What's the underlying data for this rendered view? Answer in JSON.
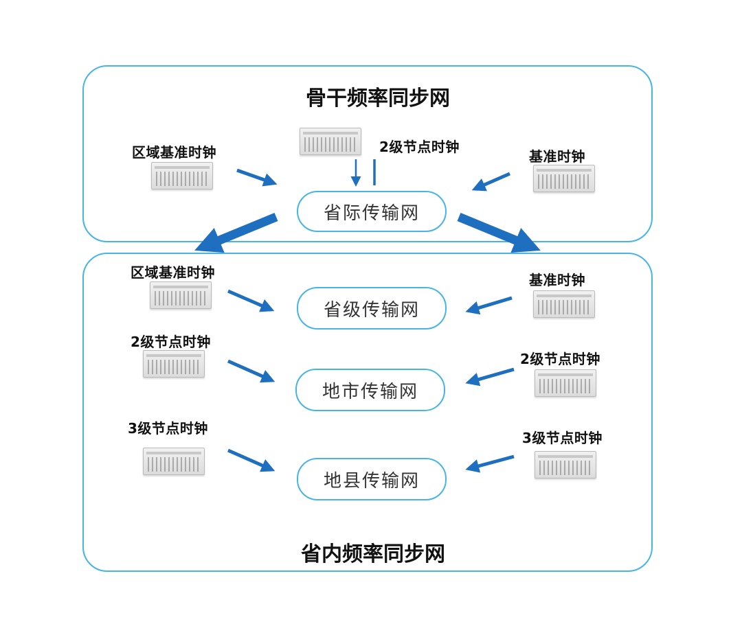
{
  "backbone": {
    "title": "骨干频率同步网",
    "hub": "省际传输网",
    "left_clock": "区域基准时钟",
    "top_clock": "2级节点时钟",
    "right_clock": "基准时钟"
  },
  "provincial": {
    "title": "省内频率同步网",
    "levels": [
      {
        "network": "省级传输网",
        "left_clock": "区域基准时钟",
        "right_clock": "基准时钟"
      },
      {
        "network": "地市传输网",
        "left_clock": "2级节点时钟",
        "right_clock": "2级节点时钟"
      },
      {
        "network": "地县传输网",
        "left_clock": "3级节点时钟",
        "right_clock": "3级节点时钟"
      }
    ]
  },
  "colors": {
    "border": "#45b4e6",
    "arrow": "#1f6fc0"
  },
  "icons": {
    "clock_device": "rack-equipment-icon"
  }
}
